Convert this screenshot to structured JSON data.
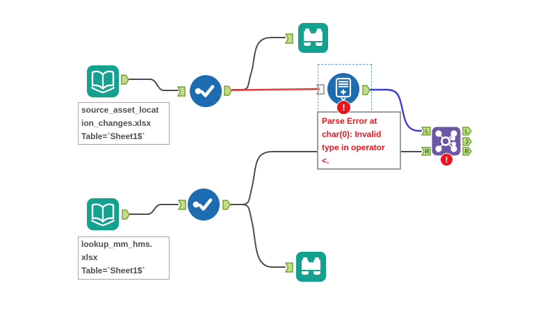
{
  "app": {
    "name": "Alteryx workflow canvas"
  },
  "colors": {
    "teal": "#14A18F",
    "blue": "#1D6BB1",
    "purple": "#6B57A5",
    "anchor_fill": "#C3DD87",
    "anchor_border": "#71A236",
    "anchor_letter": "#2F6D1E",
    "error_red": "#E8141E",
    "wire_black": "#4C4C4C",
    "wire_red": "#E03333",
    "wire_blue": "#3A3AD9",
    "selection_dash": "#5A9FE0",
    "label_border": "#A3A3A3",
    "label_text": "#4E4E4E"
  },
  "tools": {
    "input1": {
      "name": "Input Data",
      "annotation": {
        "line1": "source_asset_locat",
        "line2": "ion_changes.xlsx",
        "line3": "Table=`Sheet1$`"
      }
    },
    "select1": {
      "name": "Select"
    },
    "browse1": {
      "name": "Browse"
    },
    "formula": {
      "name": "Formula",
      "selected": true,
      "error_tooltip": {
        "line1": "Parse Error at",
        "line2": "char(0): Invalid",
        "line3": "type in operator",
        "line4": "<."
      }
    },
    "join": {
      "name": "Join",
      "anchors_in": {
        "left": "L",
        "right": "R"
      },
      "anchors_out": {
        "left": "L",
        "join": "J",
        "right": "R"
      }
    },
    "input2": {
      "name": "Input Data",
      "annotation": {
        "line1": "lookup_mm_hms.",
        "line2": "xlsx",
        "line3": "Table=`Sheet1$`"
      }
    },
    "select2": {
      "name": "Select"
    },
    "browse2": {
      "name": "Browse"
    }
  },
  "badges": {
    "error_exclamation": "!"
  }
}
